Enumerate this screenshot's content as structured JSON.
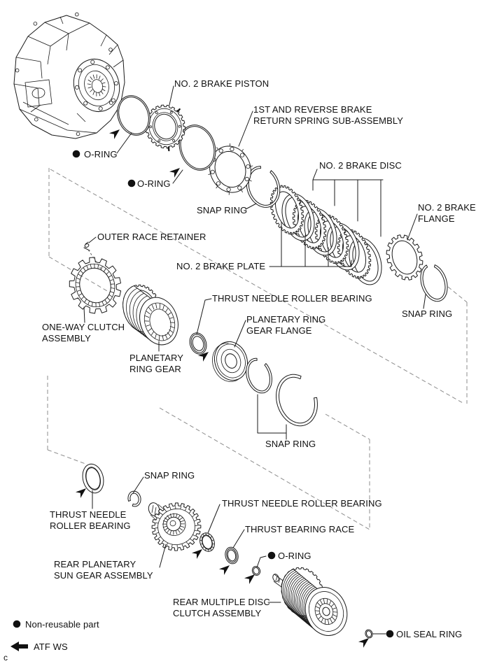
{
  "page": {
    "marker": "c",
    "background": "#ffffff",
    "line_color": "#1a1a1a"
  },
  "icons": {
    "atf_apply_arrow": "ne-pointer-arrow",
    "non_reusable_bullet": "filled-circle",
    "atf_ws_arrow": "left-block-arrow"
  },
  "legend": {
    "non_reusable": "Non-reusable part",
    "atf": "ATF WS"
  },
  "labels": {
    "no2_brake_piston": "NO. 2 BRAKE PISTON",
    "o_ring_1": "O-RING",
    "first_reverse_spring": "1ST AND REVERSE BRAKE\nRETURN SPRING SUB-ASSEMBLY",
    "o_ring_2": "O-RING",
    "snap_ring_1": "SNAP RING",
    "no2_brake_disc": "NO. 2 BRAKE DISC",
    "no2_brake_plate": "NO. 2 BRAKE PLATE",
    "no2_brake_flange": "NO. 2 BRAKE\nFLANGE",
    "snap_ring_2": "SNAP RING",
    "outer_race_retainer": "OUTER RACE RETAINER",
    "one_way_clutch": "ONE-WAY CLUTCH\nASSEMBLY",
    "planetary_ring_gear": "PLANETARY\nRING GEAR",
    "thrust_bearing_mid": "THRUST NEEDLE ROLLER BEARING",
    "planetary_ring_gear_flange": "PLANETARY RING\nGEAR FLANGE",
    "snap_ring_3": "SNAP RING",
    "thrust_bearing_bl": "THRUST NEEDLE\nROLLER BEARING",
    "snap_ring_4": "SNAP RING",
    "rear_sun_gear": "REAR PLANETARY\nSUN GEAR ASSEMBLY",
    "thrust_bearing_br": "THRUST NEEDLE ROLLER BEARING",
    "thrust_bearing_race": "THRUST BEARING RACE",
    "o_ring_3": "O-RING",
    "rear_clutch": "REAR MULTIPLE DISC\nCLUTCH ASSEMBLY",
    "oil_seal_ring": "OIL SEAL RING"
  }
}
